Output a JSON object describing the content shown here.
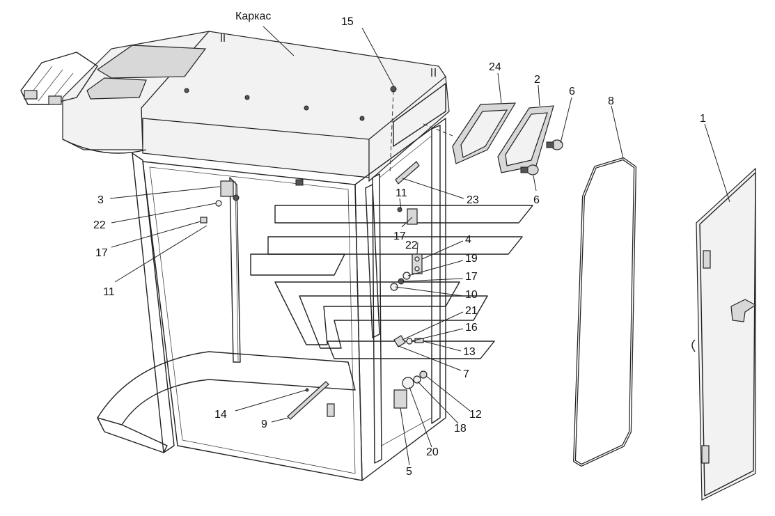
{
  "diagram": {
    "frame_label": "Каркас",
    "callouts": [
      {
        "id": "c-15",
        "text": "15"
      },
      {
        "id": "c-24",
        "text": "24"
      },
      {
        "id": "c-2",
        "text": "2"
      },
      {
        "id": "c-6a",
        "text": "6"
      },
      {
        "id": "c-6b",
        "text": "6"
      },
      {
        "id": "c-8",
        "text": "8"
      },
      {
        "id": "c-1",
        "text": "1"
      },
      {
        "id": "c-3",
        "text": "3"
      },
      {
        "id": "c-22a",
        "text": "22"
      },
      {
        "id": "c-17a",
        "text": "17"
      },
      {
        "id": "c-11a",
        "text": "11"
      },
      {
        "id": "c-11b",
        "text": "11"
      },
      {
        "id": "c-23",
        "text": "23"
      },
      {
        "id": "c-17b",
        "text": "17"
      },
      {
        "id": "c-22b",
        "text": "22"
      },
      {
        "id": "c-4",
        "text": "4"
      },
      {
        "id": "c-19",
        "text": "19"
      },
      {
        "id": "c-17c",
        "text": "17"
      },
      {
        "id": "c-10",
        "text": "10"
      },
      {
        "id": "c-21",
        "text": "21"
      },
      {
        "id": "c-16",
        "text": "16"
      },
      {
        "id": "c-13",
        "text": "13"
      },
      {
        "id": "c-7",
        "text": "7"
      },
      {
        "id": "c-12",
        "text": "12"
      },
      {
        "id": "c-18",
        "text": "18"
      },
      {
        "id": "c-20",
        "text": "20"
      },
      {
        "id": "c-5",
        "text": "5"
      },
      {
        "id": "c-14",
        "text": "14"
      },
      {
        "id": "c-9",
        "text": "9"
      }
    ]
  }
}
